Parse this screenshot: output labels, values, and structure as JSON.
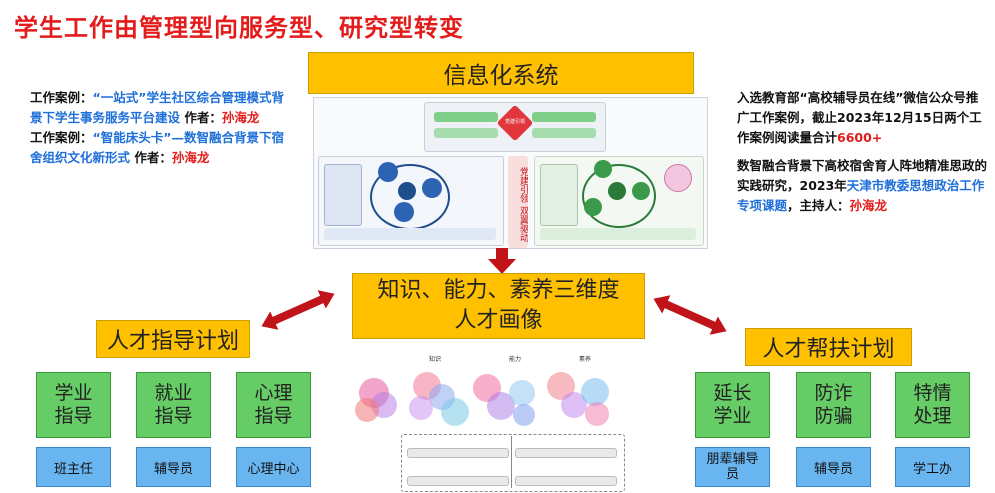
{
  "title": "学生工作由管理型向服务型、研究型转变",
  "info_system": "信息化系统",
  "center_line1": "知识、能力、素养三维度",
  "center_line2": "人才画像",
  "guidance_plan": "人才指导计划",
  "support_plan": "人才帮扶计划",
  "left_cases": {
    "c1_prefix": "工作案例：",
    "c1_title": "“一站式”学生社区综合管理模式背景下学生事务服务平台建设",
    "c1_author_label": "作者：",
    "c1_author": "孙海龙",
    "c2_prefix": "工作案例：",
    "c2_title": "“智能床头卡”—数智融合背景下宿舍组织文化新形式",
    "c2_author_label": "作者：",
    "c2_author": "孙海龙"
  },
  "right_cases": {
    "p1_text": "入选教育部“高校辅导员在线”微信公众号推广工作案例，截止2023年12月15日两个工作案例阅读量合计",
    "p1_count": "6600+",
    "p2_text_a": "数智融合背景下高校宿舍育人阵地精准思政的实践研究，2023年",
    "p2_highlight": "天津市教委思想政治工作专项课题",
    "p2_text_b": "，主持人：",
    "p2_host": "孙海龙"
  },
  "guidance_items": [
    {
      "label": "学业指导",
      "owner": "班主任"
    },
    {
      "label": "就业指导",
      "owner": "辅导员"
    },
    {
      "label": "心理指导",
      "owner": "心理中心"
    }
  ],
  "support_items": [
    {
      "label": "延长学业",
      "owner": "朋辈辅导员"
    },
    {
      "label": "防诈防骗",
      "owner": "辅导员"
    },
    {
      "label": "特情处理",
      "owner": "学工办"
    }
  ],
  "diagram_labels": {
    "party_drive": "党建引领 双翼驱动",
    "party_lead": "党建引领",
    "knowledge": "知识",
    "ability": "能力",
    "quality": "素养"
  },
  "colors": {
    "title_red": "#e31b1b",
    "gold": "#ffc000",
    "green": "#66cc66",
    "blue_box": "#69b5f0",
    "arrow_red": "#c0141a",
    "link_blue": "#1e6fd9"
  }
}
